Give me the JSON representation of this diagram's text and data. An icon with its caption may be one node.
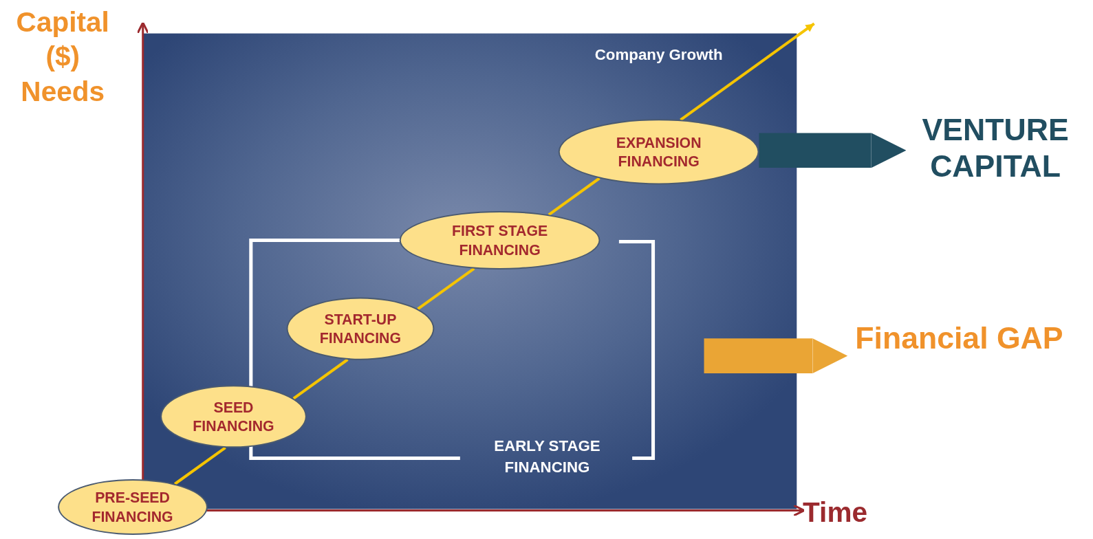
{
  "diagram": {
    "nodes": [
      {
        "text": [
          "PRE-SEED FINANCING"
        ]
      },
      {
        "text": [
          "SEED FINANCING"
        ]
      },
      {
        "text": [
          "START-UP FINANCING"
        ]
      },
      {
        "text": [
          "FIRST STAGE FINANCING"
        ]
      },
      {
        "text": [
          "EXPANSION FINANCING"
        ]
      },
      {
        "text": [
          "VENTURE CAPITAL"
        ]
      },
      {
        "text": [
          "Financial GAP"
        ]
      }
    ],
    "edges": [
      {
        "from": 0,
        "to": 1,
        "arrow": "none"
      },
      {
        "from": 1,
        "to": 2,
        "arrow": "none"
      },
      {
        "from": 2,
        "to": 3,
        "arrow": "none"
      },
      {
        "from": 3,
        "to": 4,
        "arrow": "none"
      },
      {
        "from": 4,
        "to": null,
        "arrow": "to"
      },
      {
        "from": 4,
        "to": 5,
        "arrow": "to",
        "style": "thick",
        "color": "#214e61"
      },
      {
        "from": null,
        "to": 6,
        "arrow": "to",
        "style": "thick",
        "color": "#eaa535"
      }
    ],
    "labels": [
      "Capital ($) Needs",
      "Company Growth",
      "EARLY STAGE FINANCING",
      "Time"
    ]
  }
}
